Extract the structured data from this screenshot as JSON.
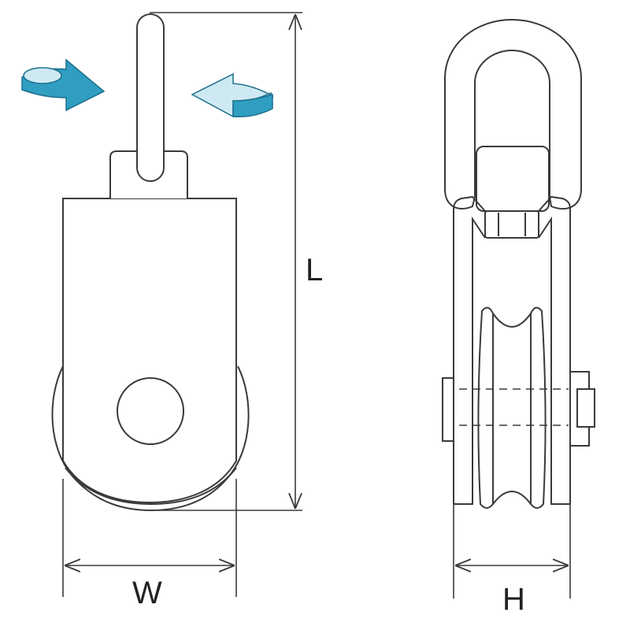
{
  "dimensions": {
    "length_label": "L",
    "width_label": "W",
    "height_label": "H"
  },
  "colors": {
    "outline": "#3a3a3a",
    "arrow_fill": "#2f9ec0",
    "arrow_light": "#cfe9f3",
    "arrow_edge": "#1d6f8c"
  },
  "icons": {
    "rotate_left": "rotation-arrow-right-icon",
    "rotate_right": "rotation-arrow-left-icon"
  }
}
